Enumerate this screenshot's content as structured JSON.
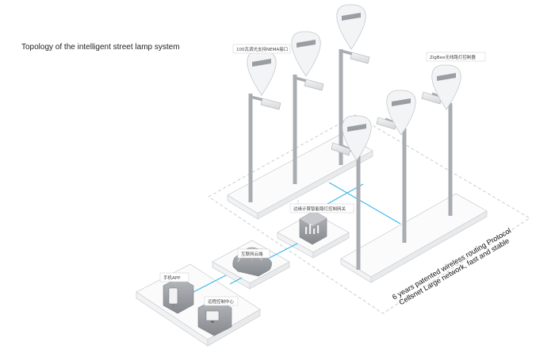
{
  "title": "Topology of the intelligent street lamp system",
  "labels": {
    "nema": "100瓦调光支持NEMA接口",
    "zigbee": "ZigBee无线路灯控制器",
    "gateway": "边缘计算智能路灯控制网关",
    "cloud": "互联网云端",
    "app": "手机APP",
    "control_center": "远程控制中心"
  },
  "banner": {
    "line1": "6 years patented wireless routing Protocol",
    "line2": "Cellsnet Large network, fast and stable"
  },
  "colors": {
    "link": "#38b6e8",
    "pole": "#a9adb2",
    "pole_dark": "#8f9398",
    "platform_stroke": "#cfd2d6",
    "device": "#9a9da2"
  }
}
